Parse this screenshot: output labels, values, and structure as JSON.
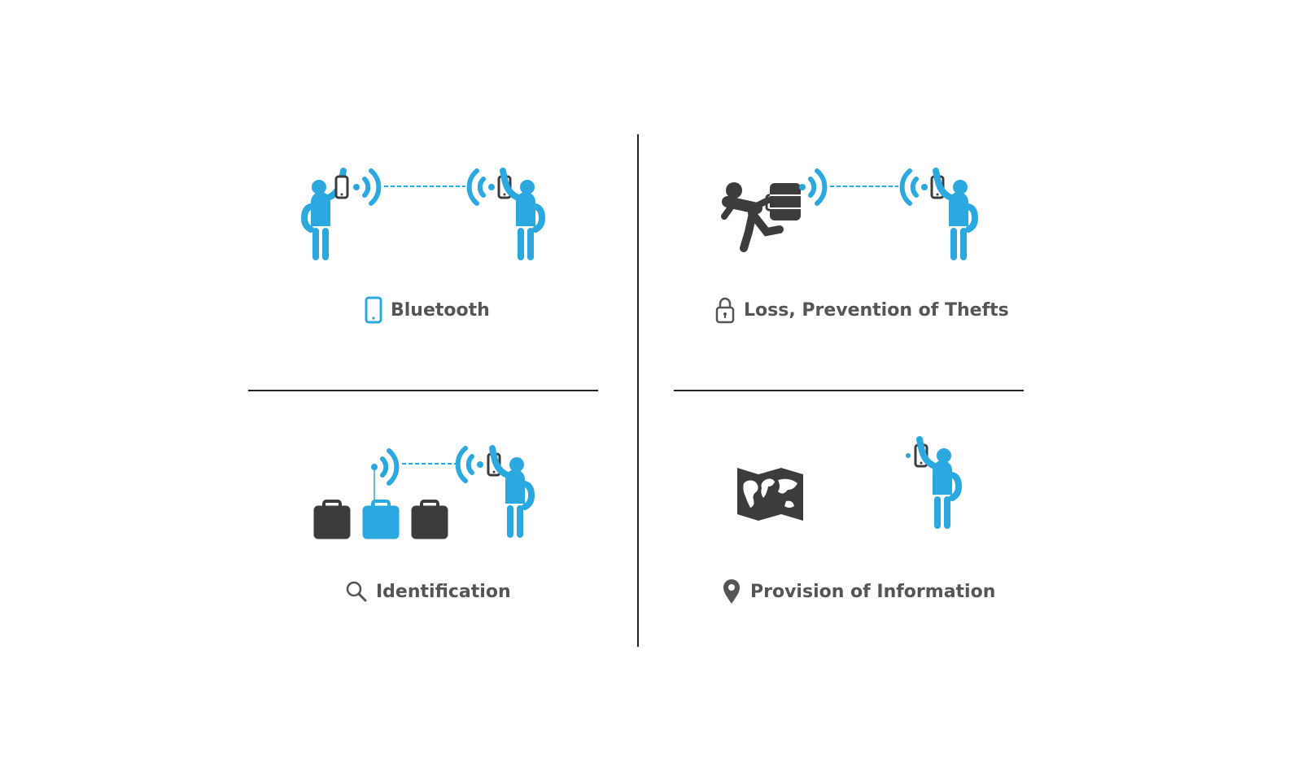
{
  "colors": {
    "accent": "#2aa8df",
    "dark": "#3c3c3c",
    "label": "#555555",
    "divider": "#222222"
  },
  "panels": [
    {
      "id": "bluetooth",
      "label": "Bluetooth",
      "icon": "smartphone-icon"
    },
    {
      "id": "loss",
      "label": "Loss, Prevention of Thefts",
      "icon": "lock-icon"
    },
    {
      "id": "identification",
      "label": "Identification",
      "icon": "magnifier-icon"
    },
    {
      "id": "information",
      "label": "Provision of Information",
      "icon": "location-pin-icon"
    }
  ]
}
